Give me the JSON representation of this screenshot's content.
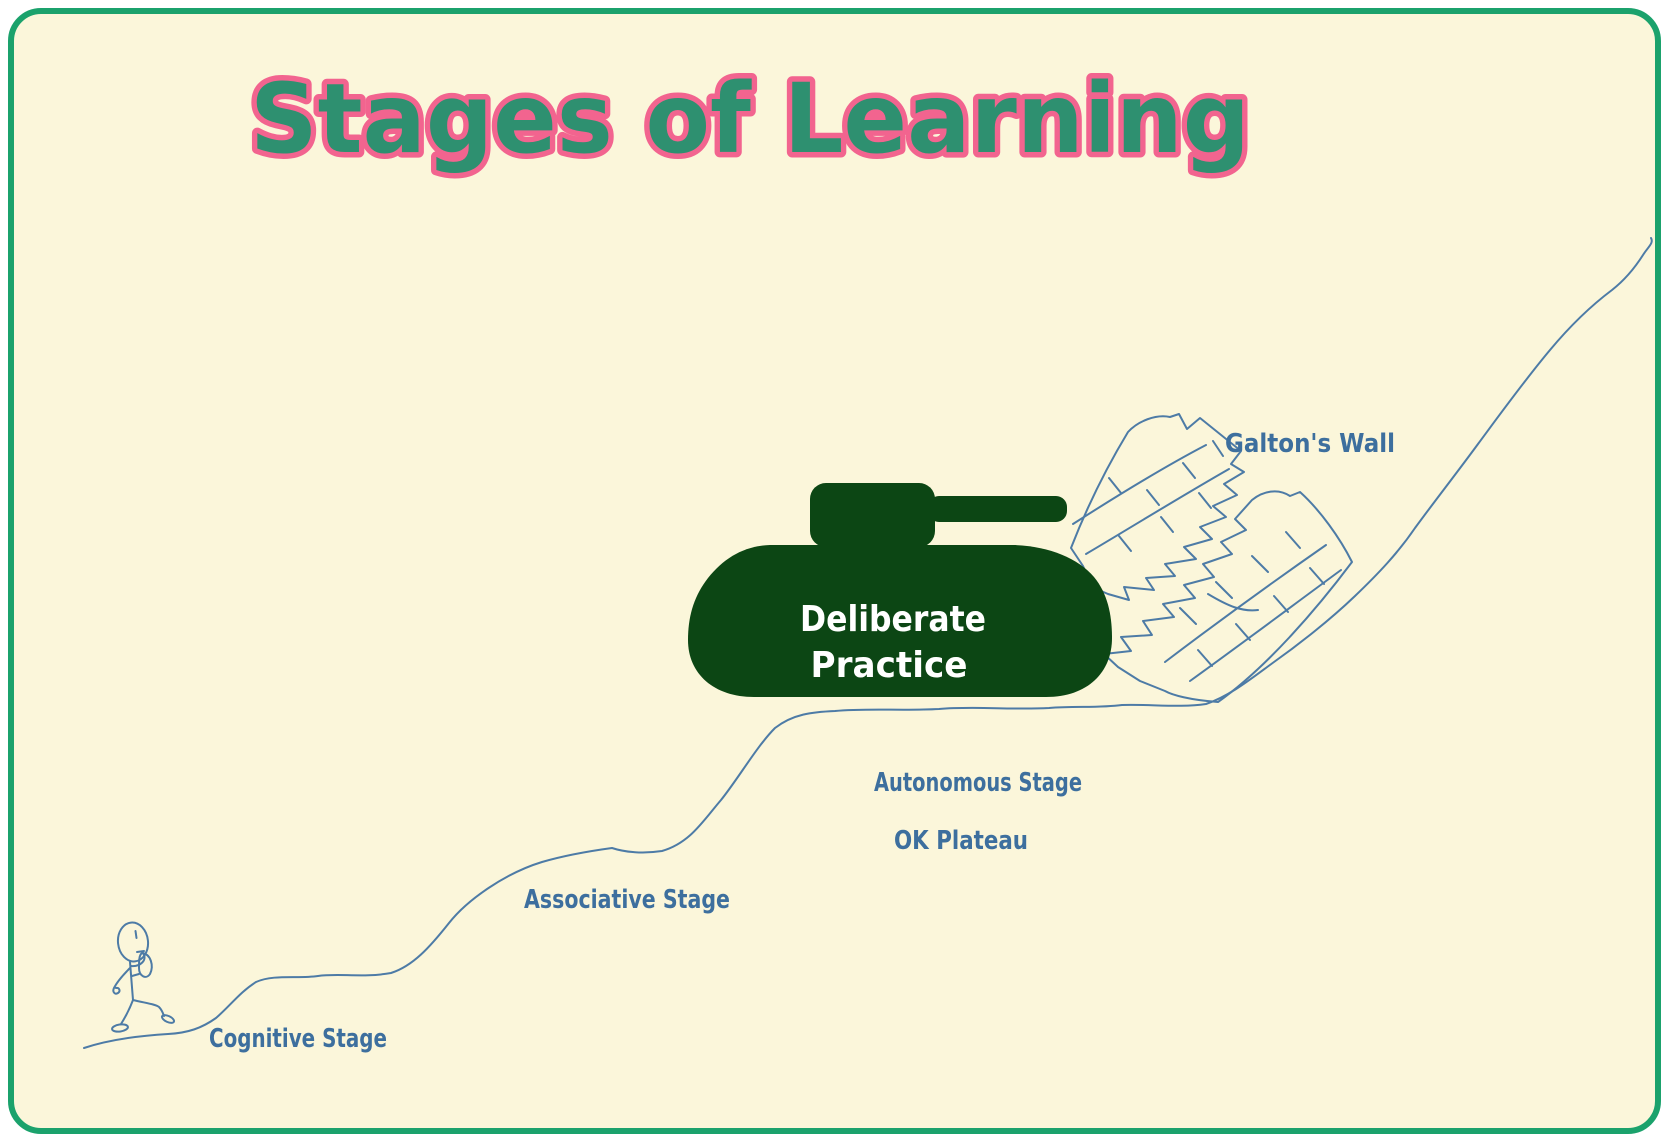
{
  "canvas": {
    "background_color": "#FBF6DA",
    "border_color": "#1BA26C",
    "outside_color": "#FFFFFF"
  },
  "title": {
    "text": "Stages of Learning",
    "fill_color": "#2E9070",
    "outline_color": "#F2648F"
  },
  "ink": {
    "line_color": "#4D7BA6",
    "label_color": "#3D6F9E"
  },
  "labels": {
    "cognitive": "Cognitive Stage",
    "associative": "Associative Stage",
    "autonomous": "Autonomous Stage",
    "ok_plateau": "OK Plateau",
    "galtons_wall": "Galton's Wall"
  },
  "tank": {
    "body_color": "#0C4614",
    "text_color": "#FFFFFF",
    "line1": "Deliberate",
    "line2": "Practice"
  }
}
